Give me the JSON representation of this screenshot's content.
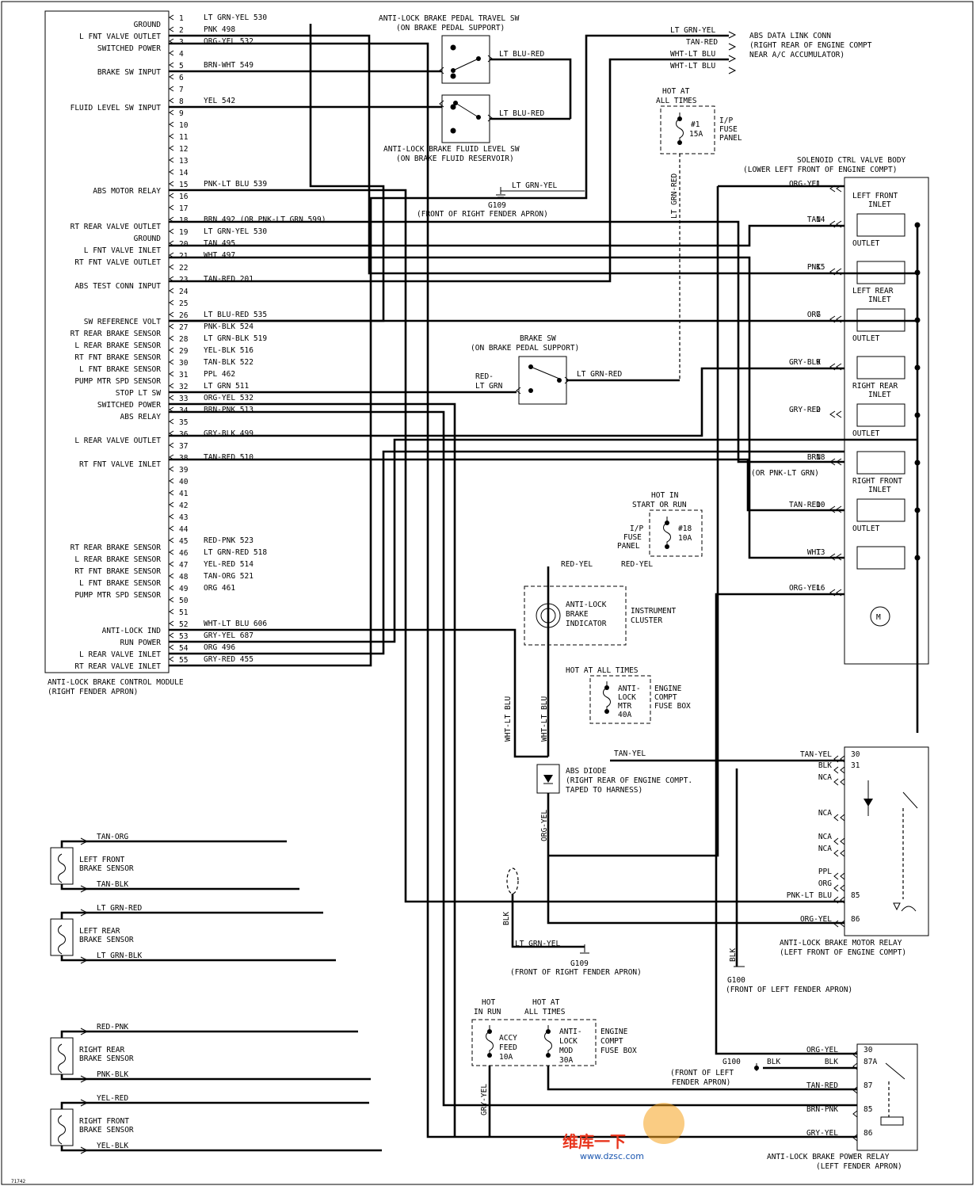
{
  "module": {
    "title": "ANTI-LOCK BRAKE CONTROL MODULE",
    "location": "(RIGHT FENDER APRON)",
    "terminal_labels": [
      {
        "pin": 1,
        "label": "GROUND"
      },
      {
        "pin": 2,
        "label": "L FNT VALVE OUTLET"
      },
      {
        "pin": 3,
        "label": "SWITCHED POWER"
      },
      {
        "pin": 5,
        "label": "BRAKE SW INPUT"
      },
      {
        "pin": 8,
        "label": "FLUID LEVEL SW INPUT"
      },
      {
        "pin": 15,
        "label": "ABS MOTOR RELAY"
      },
      {
        "pin": 18,
        "label": "RT REAR VALVE OUTLET"
      },
      {
        "pin": 19,
        "label": "GROUND"
      },
      {
        "pin": 20,
        "label": "L FNT VALVE INLET"
      },
      {
        "pin": 21,
        "label": "RT FNT VALVE OUTLET"
      },
      {
        "pin": 23,
        "label": "ABS TEST CONN INPUT"
      },
      {
        "pin": 26,
        "label": "SW REFERENCE VOLT"
      },
      {
        "pin": 27,
        "label": "RT REAR BRAKE SENSOR"
      },
      {
        "pin": 28,
        "label": "L REAR BRAKE SENSOR"
      },
      {
        "pin": 29,
        "label": "RT FNT BRAKE SENSOR"
      },
      {
        "pin": 30,
        "label": "L FNT BRAKE SENSOR"
      },
      {
        "pin": 31,
        "label": "PUMP MTR SPD SENSOR"
      },
      {
        "pin": 32,
        "label": "STOP LT SW"
      },
      {
        "pin": 33,
        "label": "SWITCHED POWER"
      },
      {
        "pin": 34,
        "label": "ABS RELAY"
      },
      {
        "pin": 36,
        "label": "L REAR VALVE OUTLET"
      },
      {
        "pin": 38,
        "label": "RT FNT VALVE INLET"
      },
      {
        "pin": 45,
        "label": "RT REAR BRAKE SENSOR"
      },
      {
        "pin": 46,
        "label": "L REAR BRAKE SENSOR"
      },
      {
        "pin": 47,
        "label": "RT FNT BRAKE SENSOR"
      },
      {
        "pin": 48,
        "label": "L FNT BRAKE SENSOR"
      },
      {
        "pin": 49,
        "label": "PUMP MTR SPD SENSOR"
      },
      {
        "pin": 52,
        "label": "ANTI-LOCK IND"
      },
      {
        "pin": 53,
        "label": "RUN POWER"
      },
      {
        "pin": 54,
        "label": "L REAR VALVE INLET"
      },
      {
        "pin": 55,
        "label": "RT REAR VALVE INLET"
      }
    ],
    "pin_wires": [
      {
        "pin": 1,
        "wire": "LT GRN-YEL 530"
      },
      {
        "pin": 2,
        "wire": "PNK 498"
      },
      {
        "pin": 3,
        "wire": "ORG-YEL 532"
      },
      {
        "pin": 5,
        "wire": "BRN-WHT 549"
      },
      {
        "pin": 8,
        "wire": "YEL 542"
      },
      {
        "pin": 15,
        "wire": "PNK-LT BLU 539"
      },
      {
        "pin": 18,
        "wire": "BRN 492 (OR PNK-LT GRN 599)"
      },
      {
        "pin": 19,
        "wire": "LT GRN-YEL 530"
      },
      {
        "pin": 20,
        "wire": "TAN 495"
      },
      {
        "pin": 21,
        "wire": "WHT 497"
      },
      {
        "pin": 23,
        "wire": "TAN-RED 201"
      },
      {
        "pin": 26,
        "wire": "LT BLU-RED 535"
      },
      {
        "pin": 27,
        "wire": "PNK-BLK 524"
      },
      {
        "pin": 28,
        "wire": "LT GRN-BLK 519"
      },
      {
        "pin": 29,
        "wire": "YEL-BLK 516"
      },
      {
        "pin": 30,
        "wire": "TAN-BLK 522"
      },
      {
        "pin": 31,
        "wire": "PPL 462"
      },
      {
        "pin": 32,
        "wire": "LT GRN 511"
      },
      {
        "pin": 33,
        "wire": "ORG-YEL 532"
      },
      {
        "pin": 34,
        "wire": "BRN-PNK 513"
      },
      {
        "pin": 36,
        "wire": "GRY-BLK 499"
      },
      {
        "pin": 38,
        "wire": "TAN-RED 510"
      },
      {
        "pin": 45,
        "wire": "RED-PNK 523"
      },
      {
        "pin": 46,
        "wire": "LT GRN-RED 518"
      },
      {
        "pin": 47,
        "wire": "YEL-RED 514"
      },
      {
        "pin": 48,
        "wire": "TAN-ORG 521"
      },
      {
        "pin": 49,
        "wire": "ORG 461"
      },
      {
        "pin": 52,
        "wire": "WHT-LT BLU 606"
      },
      {
        "pin": 53,
        "wire": "GRY-YEL 687"
      },
      {
        "pin": 54,
        "wire": "ORG 496"
      },
      {
        "pin": 55,
        "wire": "GRY-RED 455"
      }
    ]
  },
  "pedal_switch": {
    "title": "ANTI-LOCK BRAKE PEDAL TRAVEL SW",
    "location": "(ON BRAKE PEDAL SUPPORT)",
    "wire": "LT BLU-RED"
  },
  "fluid_switch": {
    "title": "ANTI-LOCK BRAKE FLUID LEVEL SW",
    "location": "(ON BRAKE FLUID RESERVOIR)",
    "wire": "LT BLU-RED"
  },
  "data_link": {
    "title": "ABS DATA LINK CONN",
    "location_1": "(RIGHT REAR OF ENGINE COMPT",
    "location_2": "NEAR A/C ACCUMULATOR)",
    "wires": [
      "LT GRN-YEL",
      "TAN-RED",
      "WHT-LT BLU",
      "WHT-LT BLU"
    ]
  },
  "fuse_1": {
    "hot": "HOT AT",
    "hot2": "ALL TIMES",
    "name": "#1",
    "rating": "15A",
    "panel": "I/P",
    "panel2": "FUSE",
    "panel3": "PANEL",
    "wire": "LT GRN-RED"
  },
  "ground_g109_top": {
    "wire": "LT GRN-YEL",
    "name": "G109",
    "location": "(FRONT OF RIGHT FENDER APRON)"
  },
  "brake_sw": {
    "title": "BRAKE SW",
    "location": "(ON BRAKE PEDAL SUPPORT)",
    "in_wire_1": "RED-",
    "in_wire_2": "LT GRN",
    "out_wire": "LT GRN-RED"
  },
  "solenoid": {
    "title": "SOLENOID CTRL VALVE BODY",
    "location": "(LOWER LEFT FRONT OF ENGINE COMPT)",
    "terminals": [
      {
        "wire": "ORG-YEL",
        "pin": "1"
      },
      {
        "wire": "TAN",
        "pin": "14"
      },
      {
        "wire": "PNK",
        "pin": "15"
      },
      {
        "wire": "ORG",
        "pin": "7"
      },
      {
        "wire": "GRY-BLK",
        "pin": "9"
      },
      {
        "wire": "GRY-RED",
        "pin": "2"
      },
      {
        "wire": "BRN",
        "pin": "18"
      },
      {
        "wire": "TAN-RED",
        "pin": "10"
      },
      {
        "wire": "WHT",
        "pin": "13"
      },
      {
        "wire": "ORG-YEL",
        "pin": "16"
      }
    ],
    "alt_wire": "(OR PNK-LT GRN)",
    "valves": [
      {
        "name1": "LEFT FRONT",
        "name2": "INLET"
      },
      {
        "name1": "OUTLET",
        "name2": ""
      },
      {
        "name1": "LEFT REAR",
        "name2": "INLET"
      },
      {
        "name1": "OUTLET",
        "name2": ""
      },
      {
        "name1": "RIGHT REAR",
        "name2": "INLET"
      },
      {
        "name1": "OUTLET",
        "name2": ""
      },
      {
        "name1": "RIGHT FRONT",
        "name2": "INLET"
      },
      {
        "name1": "OUTLET",
        "name2": ""
      }
    ],
    "motor": "M"
  },
  "fuse_18": {
    "hot": "HOT IN",
    "hot2": "START OR RUN",
    "name": "#18",
    "rating": "10A",
    "panel": "I/P",
    "panel2": "FUSE",
    "panel3": "PANEL",
    "wire": "RED-YEL"
  },
  "indicator": {
    "wire": "RED-YEL",
    "name1": "ANTI-LOCK",
    "name2": "BRAKE",
    "name3": "INDICATOR",
    "cluster1": "INSTRUMENT",
    "cluster2": "CLUSTER"
  },
  "fuse_mtr": {
    "hot": "HOT AT ALL TIMES",
    "name1": "ANTI-",
    "name2": "LOCK",
    "name3": "MTR",
    "rating": "40A",
    "box1": "ENGINE",
    "box2": "COMPT",
    "box3": "FUSE BOX",
    "wire": "TAN-YEL"
  },
  "diode": {
    "wire_left": "WHT-LT BLU",
    "wire_right": "WHT-LT BLU",
    "wire_bottom": "ORG-YEL",
    "name": "ABS DIODE",
    "location1": "(RIGHT REAR OF ENGINE COMPT.",
    "location2": "TAPED TO HARNESS)"
  },
  "motor_relay": {
    "title": "ANTI-LOCK BRAKE MOTOR RELAY",
    "location": "(LEFT FRONT OF ENGINE COMPT)",
    "wires": [
      {
        "wire": "TAN-YEL",
        "pin": "30"
      },
      {
        "wire": "BLK",
        "pin": "31"
      },
      {
        "wire": "NCA",
        "pin": ""
      },
      {
        "wire": "NCA",
        "pin": ""
      },
      {
        "wire": "NCA",
        "pin": ""
      },
      {
        "wire": "NCA",
        "pin": ""
      },
      {
        "wire": "PPL",
        "pin": ""
      },
      {
        "wire": "ORG",
        "pin": ""
      },
      {
        "wire": "PNK-LT BLU",
        "pin": "85"
      },
      {
        "wire": "ORG-YEL",
        "pin": "86"
      }
    ]
  },
  "splice_blk": "BLK",
  "ground_g109_bottom": {
    "wire": "LT GRN-YEL",
    "name": "G109",
    "location": "(FRONT OF RIGHT FENDER APRON)"
  },
  "ground_g100_left": {
    "wire": "BLK",
    "name": "G100",
    "location": "(FRONT OF LEFT FENDER APRON)"
  },
  "fuse_accy": {
    "hot": "HOT",
    "hot2": "IN RUN",
    "name1": "ACCY",
    "name2": "FEED",
    "rating": "10A",
    "wire": "GRY-YEL"
  },
  "fuse_mod": {
    "hot": "HOT AT",
    "hot2": "ALL TIMES",
    "name1": "ANTI-",
    "name2": "LOCK",
    "name3": "MOD",
    "rating": "30A",
    "box1": "ENGINE",
    "box2": "COMPT",
    "box3": "FUSE BOX"
  },
  "power_relay": {
    "title": "ANTI-LOCK BRAKE POWER RELAY",
    "location": "(LEFT FENDER APRON)",
    "ground_name": "G100",
    "ground_loc1": "(FRONT OF LEFT",
    "ground_loc2": "FENDER APRON)",
    "ground_wire": "BLK",
    "wires": [
      {
        "wire": "ORG-YEL",
        "pin": "30"
      },
      {
        "wire": "BLK",
        "pin": "87A"
      },
      {
        "wire": "TAN-RED",
        "pin": "87"
      },
      {
        "wire": "BRN-PNK",
        "pin": "85"
      },
      {
        "wire": "GRY-YEL",
        "pin": "86"
      }
    ]
  },
  "sensors": [
    {
      "name1": "LEFT FRONT",
      "name2": "BRAKE SENSOR",
      "wire_top": "TAN-ORG",
      "wire_bottom": "TAN-BLK"
    },
    {
      "name1": "LEFT REAR",
      "name2": "BRAKE SENSOR",
      "wire_top": "LT GRN-RED",
      "wire_bottom": "LT GRN-BLK"
    },
    {
      "name1": "RIGHT REAR",
      "name2": "BRAKE SENSOR",
      "wire_top": "RED-PNK",
      "wire_bottom": "PNK-BLK"
    },
    {
      "name1": "RIGHT FRONT",
      "name2": "BRAKE SENSOR",
      "wire_top": "YEL-RED",
      "wire_bottom": "YEL-BLK"
    }
  ],
  "watermark": {
    "line1": "维库一下",
    "line2": "www.dzsc.com"
  },
  "corner_code": "71742"
}
